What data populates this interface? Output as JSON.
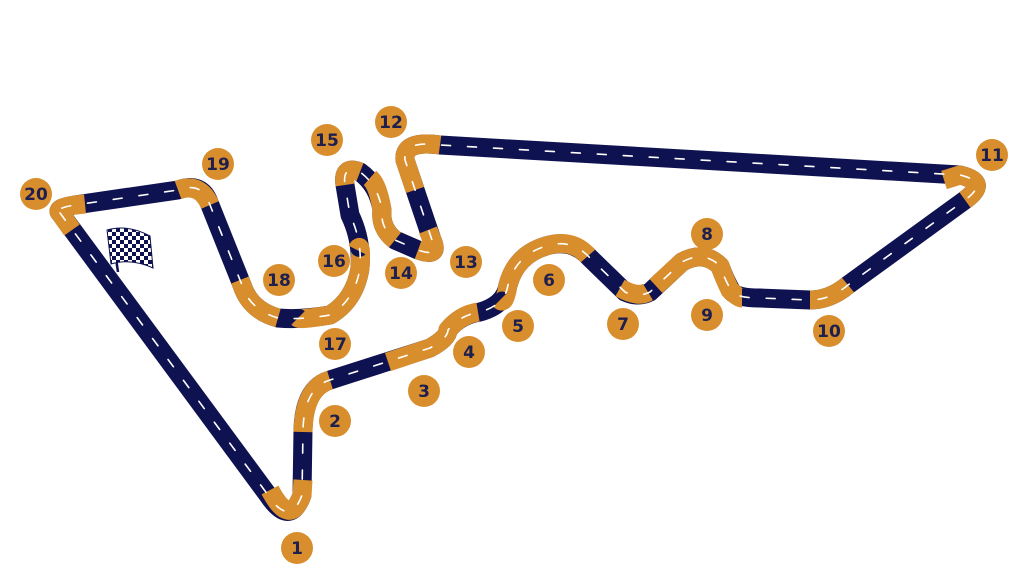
{
  "map": {
    "colors": {
      "track_main": "#0f1250",
      "track_highlight": "#d98e2e",
      "direction_arrows": "#ffffff",
      "badge_fill": "#d98e2e",
      "badge_text": "#1d1f4d",
      "flag_dark": "#0f1250"
    },
    "start_finish_icon": "checkered-flag-icon",
    "turn_labels": [
      "1",
      "2",
      "3",
      "4",
      "5",
      "6",
      "7",
      "8",
      "9",
      "10",
      "11",
      "12",
      "13",
      "14",
      "15",
      "16",
      "17",
      "18",
      "19",
      "20"
    ]
  }
}
